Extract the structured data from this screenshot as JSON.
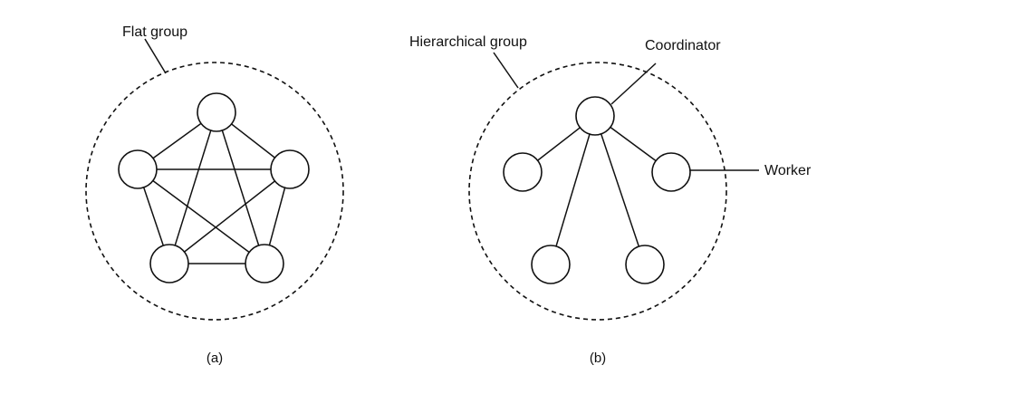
{
  "flat": {
    "title": "Flat group",
    "caption": "(a)"
  },
  "hierarchical": {
    "title": "Hierarchical group",
    "coordinator_label": "Coordinator",
    "worker_label": "Worker",
    "caption": "(b)"
  }
}
